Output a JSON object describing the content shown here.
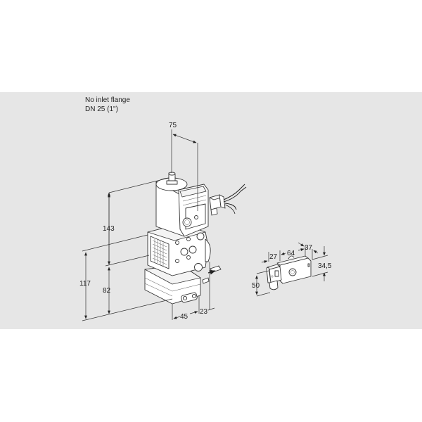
{
  "captions": {
    "line1": "No inlet flange",
    "line2": "DN 25 (1\")"
  },
  "main_view": {
    "dimensions": {
      "top_width": "75",
      "total_height": "143",
      "lower_height_outer": "117",
      "lower_height_inner": "82",
      "bottom_depth": "45",
      "bottom_offset": "23"
    }
  },
  "detail_view": {
    "dimensions": {
      "connector_length": "27",
      "body_length": "64",
      "body_depth": "37",
      "body_height": "34,5",
      "overall_height": "50"
    }
  },
  "colors": {
    "panel_background": "#e6e6e6",
    "page_background": "#ffffff",
    "line_color": "#333333"
  }
}
